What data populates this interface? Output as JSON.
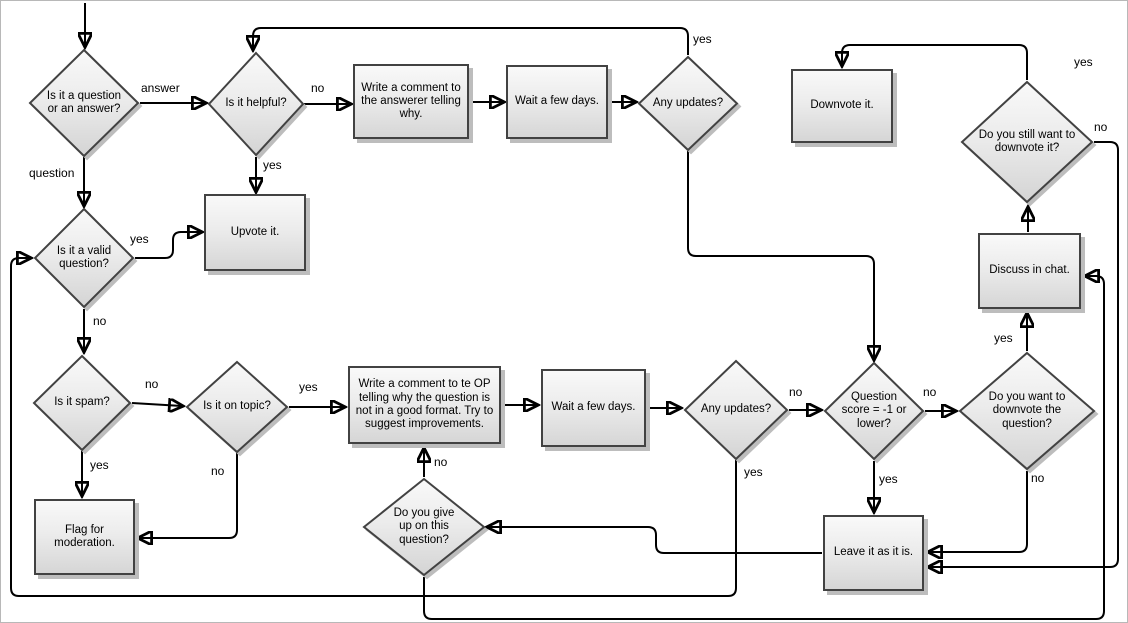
{
  "diagram": {
    "type": "flowchart",
    "description_visible": false
  },
  "nodes": {
    "q_or_a": {
      "shape": "decision",
      "label": "Is it a question or an answer?"
    },
    "helpful": {
      "shape": "decision",
      "label": "Is it helpful?"
    },
    "comment_answerer": {
      "shape": "process",
      "label": "Write a comment to the answerer telling why."
    },
    "wait_top": {
      "shape": "process",
      "label": "Wait a few days."
    },
    "updates_top": {
      "shape": "decision",
      "label": "Any updates?"
    },
    "upvote": {
      "shape": "process",
      "label": "Upvote it."
    },
    "downvote": {
      "shape": "process",
      "label": "Downvote it."
    },
    "still_downvote": {
      "shape": "decision",
      "label": "Do you still want to downvote it?"
    },
    "valid_question": {
      "shape": "decision",
      "label": "Is it a valid question?"
    },
    "spam": {
      "shape": "decision",
      "label": "Is it spam?"
    },
    "on_topic": {
      "shape": "decision",
      "label": "Is it on topic?"
    },
    "flag": {
      "shape": "process",
      "label": "Flag for moderation."
    },
    "comment_op": {
      "shape": "process",
      "label": "Write a comment to te OP telling why the question is not in a good format. Try to suggest improvements."
    },
    "wait_bottom": {
      "shape": "process",
      "label": "Wait a few days."
    },
    "updates_bottom": {
      "shape": "decision",
      "label": "Any updates?"
    },
    "score": {
      "shape": "decision",
      "label": "Question score = -1 or lower?"
    },
    "want_downvote": {
      "shape": "decision",
      "label": "Do you want to downvote the question?"
    },
    "discuss": {
      "shape": "process",
      "label": "Discuss in chat."
    },
    "leave": {
      "shape": "process",
      "label": "Leave it as it is."
    },
    "give_up": {
      "shape": "decision",
      "label": "Do you give up on this question?"
    }
  },
  "edges": [
    {
      "from": "start",
      "to": "q_or_a",
      "label": ""
    },
    {
      "from": "q_or_a",
      "to": "helpful",
      "label": "answer"
    },
    {
      "from": "q_or_a",
      "to": "valid_question",
      "label": "question"
    },
    {
      "from": "helpful",
      "to": "comment_answerer",
      "label": "no"
    },
    {
      "from": "helpful",
      "to": "upvote",
      "label": "yes"
    },
    {
      "from": "comment_answerer",
      "to": "wait_top",
      "label": ""
    },
    {
      "from": "wait_top",
      "to": "updates_top",
      "label": ""
    },
    {
      "from": "updates_top",
      "to": "helpful",
      "label": "yes"
    },
    {
      "from": "updates_top",
      "to": "score",
      "label": ""
    },
    {
      "from": "valid_question",
      "to": "upvote",
      "label": "yes"
    },
    {
      "from": "valid_question",
      "to": "spam",
      "label": "no"
    },
    {
      "from": "spam",
      "to": "on_topic",
      "label": "no"
    },
    {
      "from": "spam",
      "to": "flag",
      "label": "yes"
    },
    {
      "from": "on_topic",
      "to": "comment_op",
      "label": "yes"
    },
    {
      "from": "on_topic",
      "to": "flag",
      "label": "no"
    },
    {
      "from": "comment_op",
      "to": "wait_bottom",
      "label": ""
    },
    {
      "from": "wait_bottom",
      "to": "updates_bottom",
      "label": ""
    },
    {
      "from": "updates_bottom",
      "to": "score",
      "label": "no"
    },
    {
      "from": "updates_bottom",
      "to": "valid_question",
      "label": "yes"
    },
    {
      "from": "score",
      "to": "leave",
      "label": "yes"
    },
    {
      "from": "score",
      "to": "want_downvote",
      "label": "no"
    },
    {
      "from": "want_downvote",
      "to": "discuss",
      "label": "yes"
    },
    {
      "from": "want_downvote",
      "to": "leave",
      "label": "no"
    },
    {
      "from": "discuss",
      "to": "still_downvote",
      "label": ""
    },
    {
      "from": "still_downvote",
      "to": "downvote",
      "label": "yes"
    },
    {
      "from": "still_downvote",
      "to": "leave",
      "label": "no"
    },
    {
      "from": "leave",
      "to": "give_up",
      "label": ""
    },
    {
      "from": "give_up",
      "to": "comment_op",
      "label": "no"
    },
    {
      "from": "give_up",
      "to": "discuss",
      "label": ""
    }
  ],
  "colors": {
    "line": "#000000",
    "node_border": "#424242",
    "node_fill_top": "#f9f9f9",
    "node_fill_bottom": "#d6d6d6",
    "shadow": "#bdbdbd",
    "background": "#ffffff"
  }
}
